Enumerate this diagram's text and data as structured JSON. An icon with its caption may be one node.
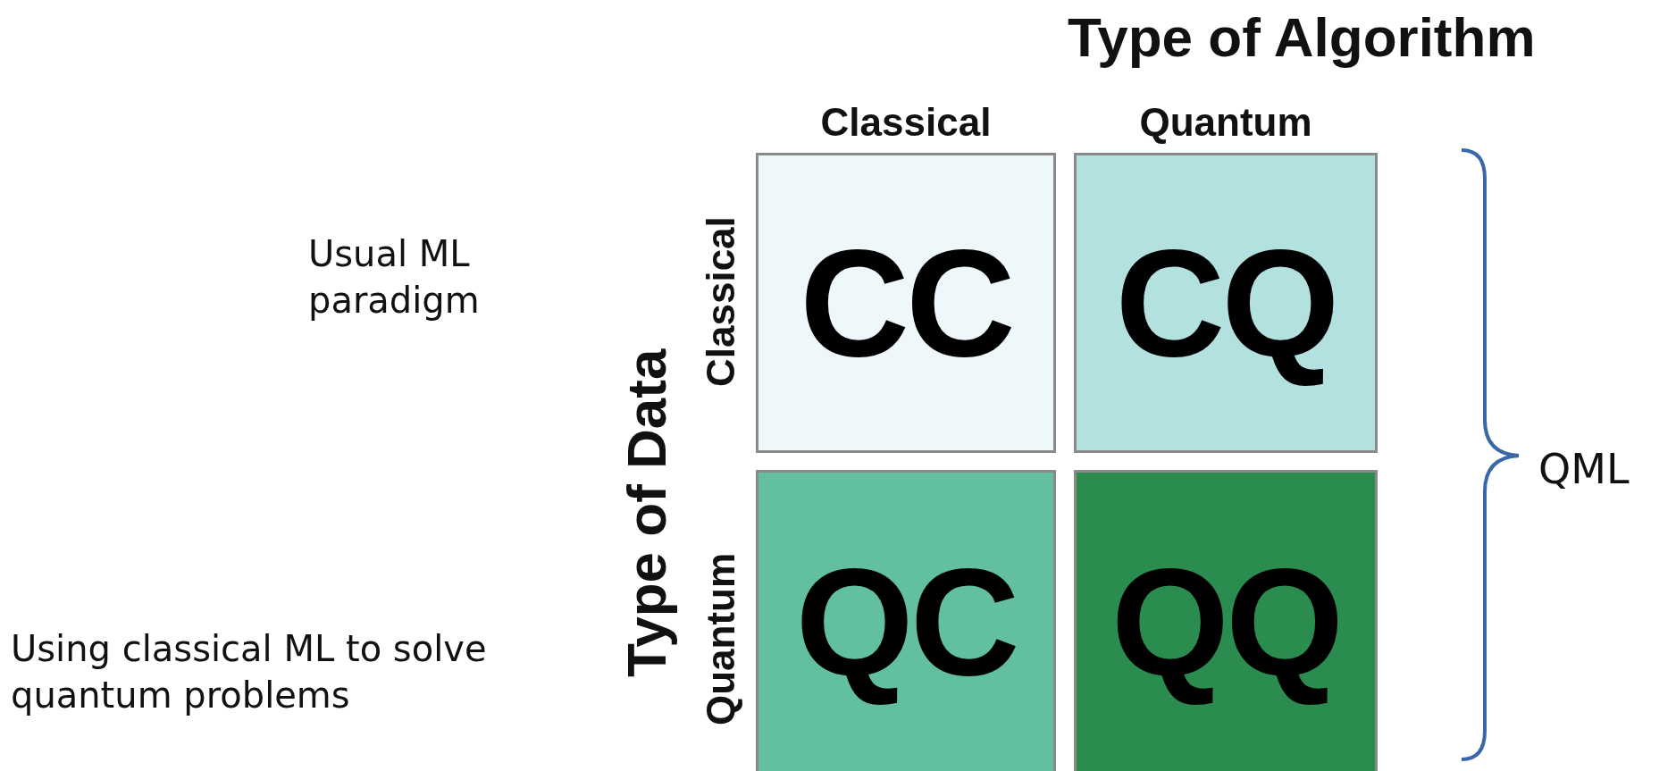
{
  "diagram": {
    "title": "Type of Algorithm",
    "nodes": [
      {
        "text": [
          "CC"
        ]
      },
      {
        "text": [
          "CQ"
        ]
      },
      {
        "text": [
          "QC"
        ]
      },
      {
        "text": [
          "QQ"
        ]
      }
    ],
    "labels": [
      "Classical",
      "Quantum",
      "Usual ML paradigm",
      "Type of Data",
      "Classical",
      "Quantum",
      "QML",
      "Using classical ML to solve quantum problems"
    ]
  }
}
